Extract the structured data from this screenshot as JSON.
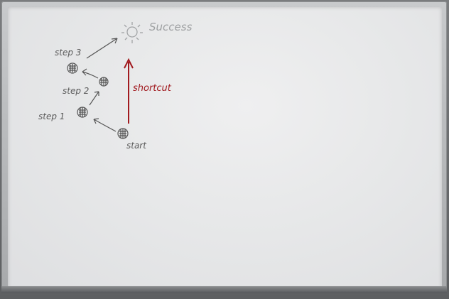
{
  "labels": {
    "success": "Success",
    "step3": "step 3",
    "step2": "step 2",
    "step1": "step 1",
    "start": "start",
    "shortcut": "shortcut"
  },
  "colors": {
    "ink": "#555555",
    "success_ink": "#a2a4a6",
    "shortcut_red": "#a11a1f",
    "board": "#e7e8e9",
    "frame": "#b5b7b9"
  }
}
